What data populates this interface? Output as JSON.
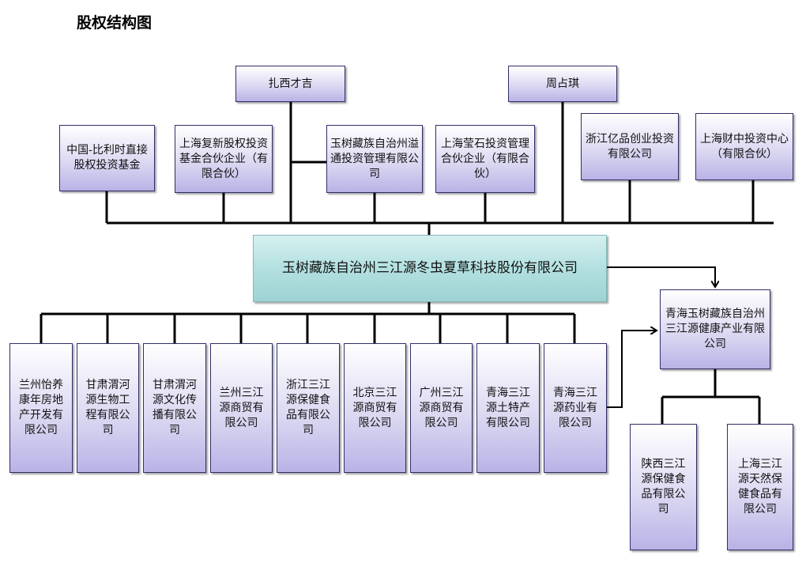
{
  "title": "股权结构图",
  "shareholders": {
    "zhaxi": "扎西才吉",
    "zhou": "周占琪",
    "china_belgium": "中国-比利时直接股权投资基金",
    "fuxin": "上海复新股权投资基金合伙企业（有限合伙）",
    "yitong": "玉树藏族自治州溢通投资管理有限公司",
    "yingshi": "上海莹石投资管理合伙企业（有限合伙）",
    "yipin": "浙江亿品创业投资有限公司",
    "caizhong": "上海财中投资中心（有限合伙）"
  },
  "company": "玉树藏族自治州三江源冬虫夏草科技股份有限公司",
  "subsidiaries": [
    "兰州怡养康年房地产开发有限公司",
    "甘肃渭河源生物工程有限公司",
    "甘肃渭河源文化传播有限公司",
    "兰州三江源商贸有限公司",
    "浙江三江源保健食品有限公司",
    "北京三江源商贸有限公司",
    "广州三江源商贸有限公司",
    "青海三江源土特产有限公司",
    "青海三江源药业有限公司"
  ],
  "health_company": "青海玉树藏族自治州三江源健康产业有限公司",
  "health_subsidiaries": [
    "陕西三江源保健食品有限公司",
    "上海三江源天然保健食品有限公司"
  ]
}
